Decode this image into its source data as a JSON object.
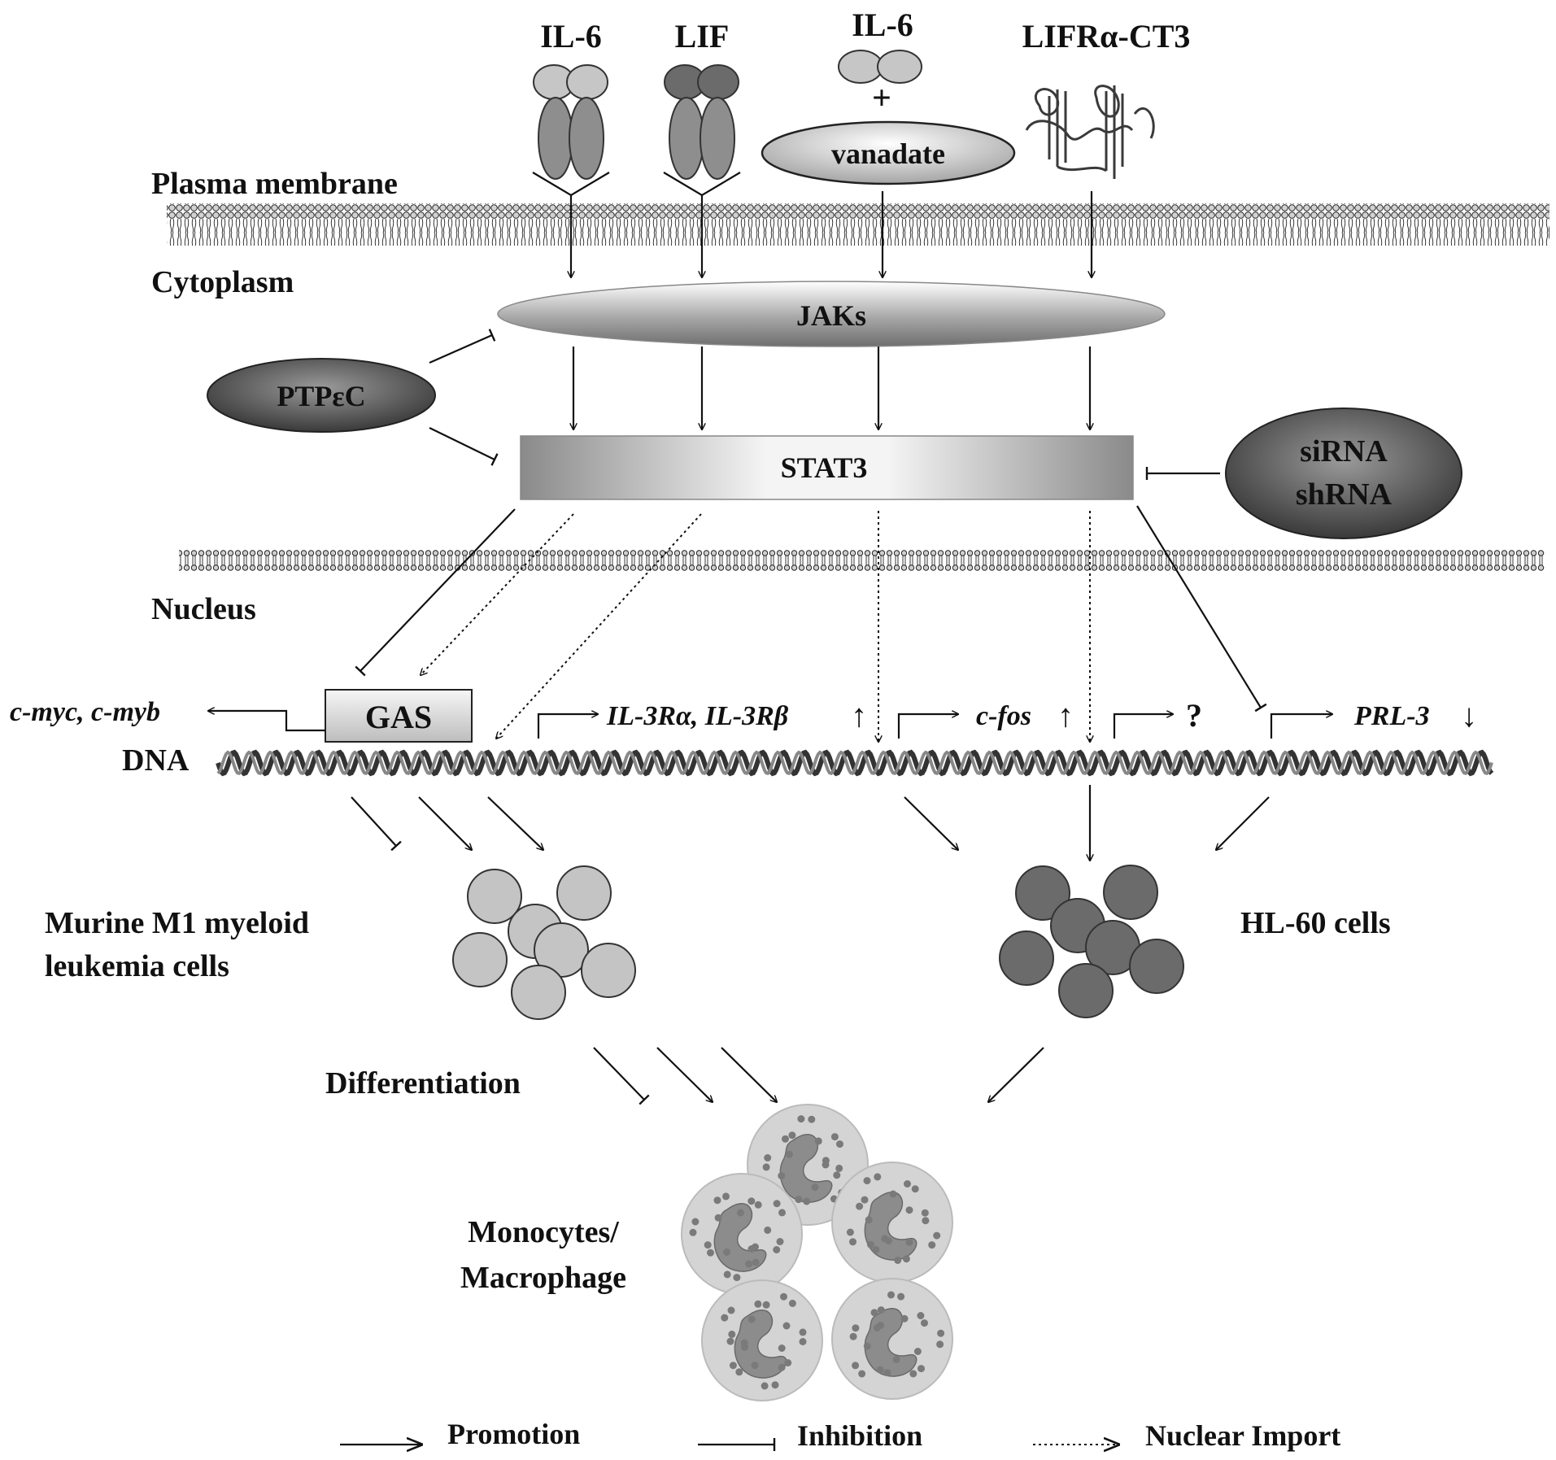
{
  "ligands": {
    "il6_left": "IL-6",
    "lif": "LIF",
    "il6_center": "IL-6",
    "plus": "+",
    "vanadate": "vanadate",
    "lifr": "LIFRα-CT3"
  },
  "compartments": {
    "plasma_membrane": "Plasma  membrane",
    "cytoplasm": "Cytoplasm",
    "nucleus": "Nucleus"
  },
  "nodes": {
    "jaks": "JAKs",
    "stat3": "STAT3",
    "ptp": "PTPεC",
    "sirna": "siRNA",
    "shrna": "shRNA",
    "gas": "GAS",
    "dna": "DNA"
  },
  "genes": {
    "cmyc": "c-myc, c-myb",
    "il3r": "IL-3Rα, IL-3Rβ",
    "il3r_arrow": "↑",
    "cfos": "c-fos",
    "cfos_arrow": "↑",
    "unknown": "?",
    "prl3": "PRL-3",
    "prl3_arrow": "↓"
  },
  "cells": {
    "m1_line1": "Murine M1 myeloid",
    "m1_line2": "leukemia cells",
    "hl60": "HL-60 cells",
    "differentiation": "Differentiation",
    "mono_line1": "Monocytes/",
    "mono_line2": "Macrophage"
  },
  "legend": {
    "promotion": "Promotion",
    "inhibition": "Inhibition",
    "nuclear_import": "Nuclear Import"
  },
  "colors": {
    "il6_receptor": "#9a9a9a",
    "lif_head": "#6a6a6a",
    "m1_cells": "#c4c4c4",
    "hl60_cells": "#6b6b6b",
    "macrophage_halo": "#d4d4d4"
  }
}
